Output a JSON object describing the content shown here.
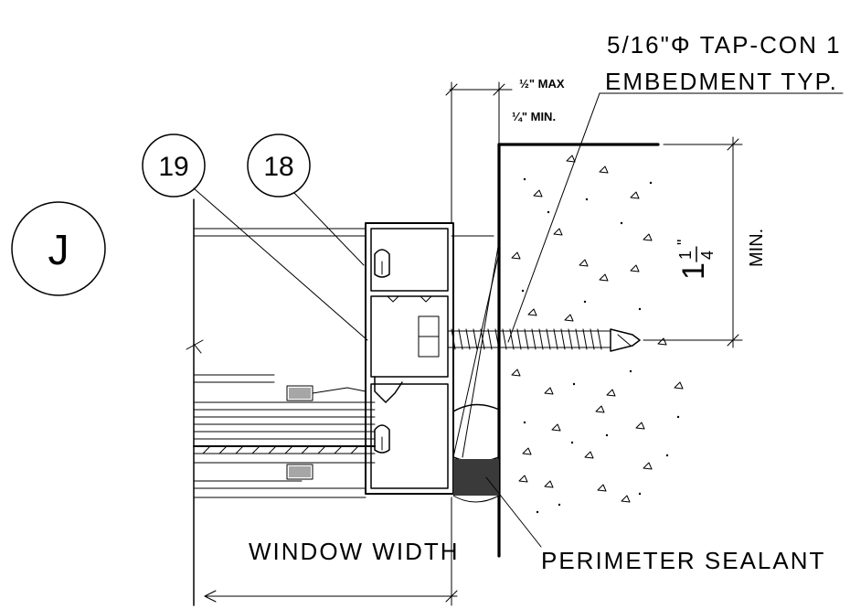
{
  "detail": {
    "id": "J"
  },
  "callouts": {
    "tapcon_line1": "5/16\"Φ  TAP-CON  1",
    "tapcon_line2": "EMBEDMENT TYP.",
    "sealant": "PERIMETER   SEALANT",
    "window_width": "WINDOW WIDTH",
    "gap_max": "½\" MAX",
    "gap_min": "¼\" MIN.",
    "embed_min": "MIN.",
    "embed_whole": "1",
    "embed_num": "1",
    "embed_den": "4",
    "embed_inch": "\""
  },
  "bubbles": [
    {
      "label": "19"
    },
    {
      "label": "18"
    }
  ],
  "colors": {
    "line": "#000000",
    "background": "#ffffff"
  }
}
